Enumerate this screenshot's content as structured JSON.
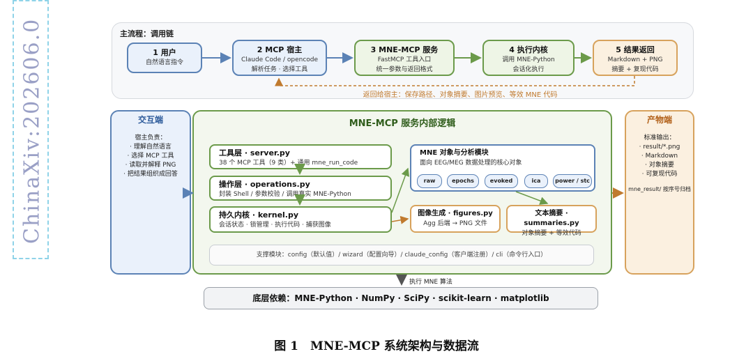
{
  "watermark": "ChinaXiv:202606.0",
  "main_flow": {
    "title": "主流程：调用链",
    "steps": [
      {
        "title": "1 用户",
        "desc": "自然语言指令"
      },
      {
        "title": "2 MCP 宿主",
        "desc": "Claude Code / opencode\n解析任务 · 选择工具"
      },
      {
        "title": "3 MNE-MCP 服务",
        "desc": "FastMCP 工具入口\n统一参数与返回格式"
      },
      {
        "title": "4 执行内核",
        "desc": "调用 MNE-Python\n会话化执行"
      },
      {
        "title": "5 结果返回",
        "desc": "Markdown + PNG\n摘要 + 复现代码"
      }
    ],
    "return_label": "返回给宿主：保存路径、对象摘要、图片预览、等效 MNE 代码"
  },
  "interaction": {
    "title": "交互端",
    "lines": [
      "宿主负责：",
      "· 理解自然语言",
      "· 选择 MCP 工具",
      "· 读取并解释 PNG",
      "· 把结果组织成回答"
    ]
  },
  "outputs": {
    "title": "产物端",
    "lines": [
      "标准输出：",
      "· result/*.png",
      "· Markdown",
      "· 对象摘要",
      "· 可复现代码"
    ],
    "note": "mne_result/ 按序号归档"
  },
  "service": {
    "title": "MNE-MCP 服务内部逻辑",
    "layers": [
      {
        "title": "工具层 · server.py",
        "desc": "38 个 MCP 工具（9 类）+ 通用 mne_run_code"
      },
      {
        "title": "操作层 · operations.py",
        "desc": "封装 Shell / 参数校验 / 调用真实 MNE-Python"
      },
      {
        "title": "持久内核 · kernel.py",
        "desc": "会话状态 · 锁管理 · 执行代码 · 捕获图像"
      }
    ],
    "mne_module": {
      "title": "MNE 对象与分析模块",
      "desc": "面向 EEG/MEG 数据处理的核心对象",
      "chips": [
        "raw",
        "epochs",
        "evoked",
        "ica",
        "power / stc"
      ]
    },
    "figures": {
      "title": "图像生成 · figures.py",
      "desc": "Agg 后端 → PNG 文件"
    },
    "summaries": {
      "title": "文本摘要 · summaries.py",
      "desc": "对象摘要 + 等效代码"
    },
    "support": "支撑模块：config（默认值）/ wizard（配置向导）/ claude_config（客户端注册）/ cli（命令行入口）"
  },
  "execute_label": "执行 MNE 算法",
  "dependencies": "底层依赖：MNE-Python · NumPy · SciPy · scikit-learn · matplotlib",
  "caption": "图 1　MNE-MCP 系统架构与数据流",
  "colors": {
    "blue": "#5b82b5",
    "green": "#6b9a4a",
    "orange": "#d7a25c"
  }
}
